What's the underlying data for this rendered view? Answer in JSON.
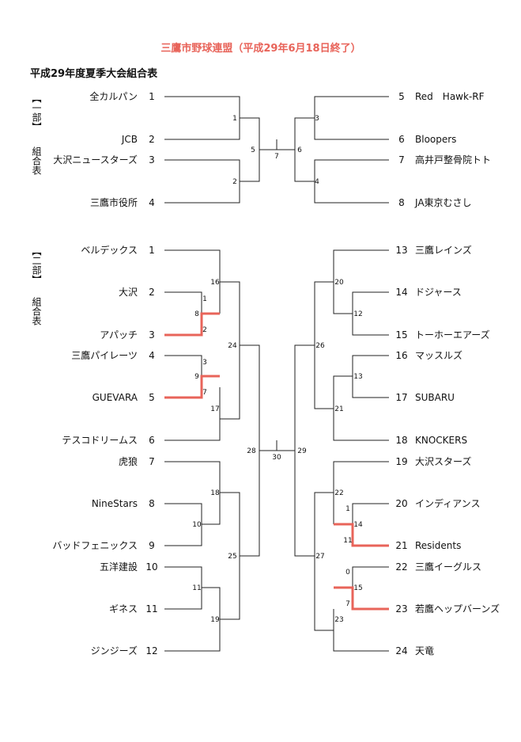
{
  "header": {
    "title": "三鷹市野球連盟（平成29年6月18日終了）",
    "subtitle": "平成29年度夏季大会組合表"
  },
  "colors": {
    "title": "#e8645a",
    "winner_path": "#e8645a",
    "line": "#222222"
  },
  "div1": {
    "label_top": "【一部】",
    "label_bottom": "組合表",
    "left": [
      {
        "seed": "1",
        "name": "全カルパン"
      },
      {
        "seed": "2",
        "name": "JCB"
      },
      {
        "seed": "3",
        "name": "大沢ニュースターズ"
      },
      {
        "seed": "4",
        "name": "三鷹市役所"
      }
    ],
    "right": [
      {
        "seed": "5",
        "name": "Red　Hawk-RF"
      },
      {
        "seed": "6",
        "name": "Bloopers"
      },
      {
        "seed": "7",
        "name": "高井戸整骨院トト"
      },
      {
        "seed": "8",
        "name": "JA東京むさし"
      }
    ],
    "match_numbers": [
      "1",
      "2",
      "3",
      "4",
      "5",
      "6",
      "7"
    ]
  },
  "div2": {
    "label_top": "【二部】",
    "label_bottom": "組合表",
    "left": [
      {
        "seed": "1",
        "name": "ベルデックス"
      },
      {
        "seed": "2",
        "name": "大沢"
      },
      {
        "seed": "3",
        "name": "アパッチ"
      },
      {
        "seed": "4",
        "name": "三鷹パイレーツ"
      },
      {
        "seed": "5",
        "name": "GUEVARA"
      },
      {
        "seed": "6",
        "name": "テスコドリームス"
      },
      {
        "seed": "7",
        "name": "虎狼"
      },
      {
        "seed": "8",
        "name": "NineStars"
      },
      {
        "seed": "9",
        "name": "バッドフェニックス"
      },
      {
        "seed": "10",
        "name": "五洋建設"
      },
      {
        "seed": "11",
        "name": "ギネス"
      },
      {
        "seed": "12",
        "name": "ジンジーズ"
      }
    ],
    "right": [
      {
        "seed": "13",
        "name": "三鷹レインズ"
      },
      {
        "seed": "14",
        "name": "ドジャース"
      },
      {
        "seed": "15",
        "name": "トーホーエアーズ"
      },
      {
        "seed": "16",
        "name": "マッスルズ"
      },
      {
        "seed": "17",
        "name": "SUBARU"
      },
      {
        "seed": "18",
        "name": "KNOCKERS"
      },
      {
        "seed": "19",
        "name": "大沢スターズ"
      },
      {
        "seed": "20",
        "name": "インディアンス"
      },
      {
        "seed": "21",
        "name": "Residents"
      },
      {
        "seed": "22",
        "name": "三鷹イーグルス"
      },
      {
        "seed": "23",
        "name": "若鷹ヘップバーンズ"
      },
      {
        "seed": "24",
        "name": "天竜"
      }
    ],
    "match_numbers": [
      "8",
      "9",
      "10",
      "11",
      "12",
      "13",
      "14",
      "15",
      "16",
      "17",
      "18",
      "19",
      "20",
      "21",
      "22",
      "23",
      "24",
      "25",
      "26",
      "27",
      "28",
      "29",
      "30"
    ],
    "scores": [
      "1",
      "2",
      "3",
      "7",
      "1",
      "11",
      "0",
      "7"
    ]
  }
}
